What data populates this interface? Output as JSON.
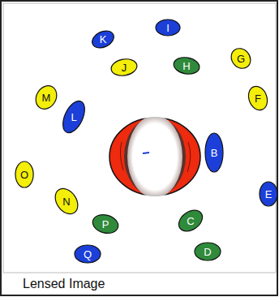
{
  "diagram": {
    "caption": "Lensed Image",
    "nodes": [
      {
        "text": [
          "I"
        ]
      },
      {
        "text": [
          "K"
        ]
      },
      {
        "text": [
          "G"
        ]
      },
      {
        "text": [
          "J"
        ]
      },
      {
        "text": [
          "H"
        ]
      },
      {
        "text": [
          "M"
        ]
      },
      {
        "text": [
          "F"
        ]
      },
      {
        "text": [
          "L"
        ]
      },
      {
        "text": [
          "B"
        ]
      },
      {
        "text": [
          "O"
        ]
      },
      {
        "text": [
          "E"
        ]
      },
      {
        "text": [
          "N"
        ]
      },
      {
        "text": [
          "P"
        ]
      },
      {
        "text": [
          "C"
        ]
      },
      {
        "text": [
          "D"
        ]
      },
      {
        "text": [
          "Q"
        ]
      }
    ]
  }
}
